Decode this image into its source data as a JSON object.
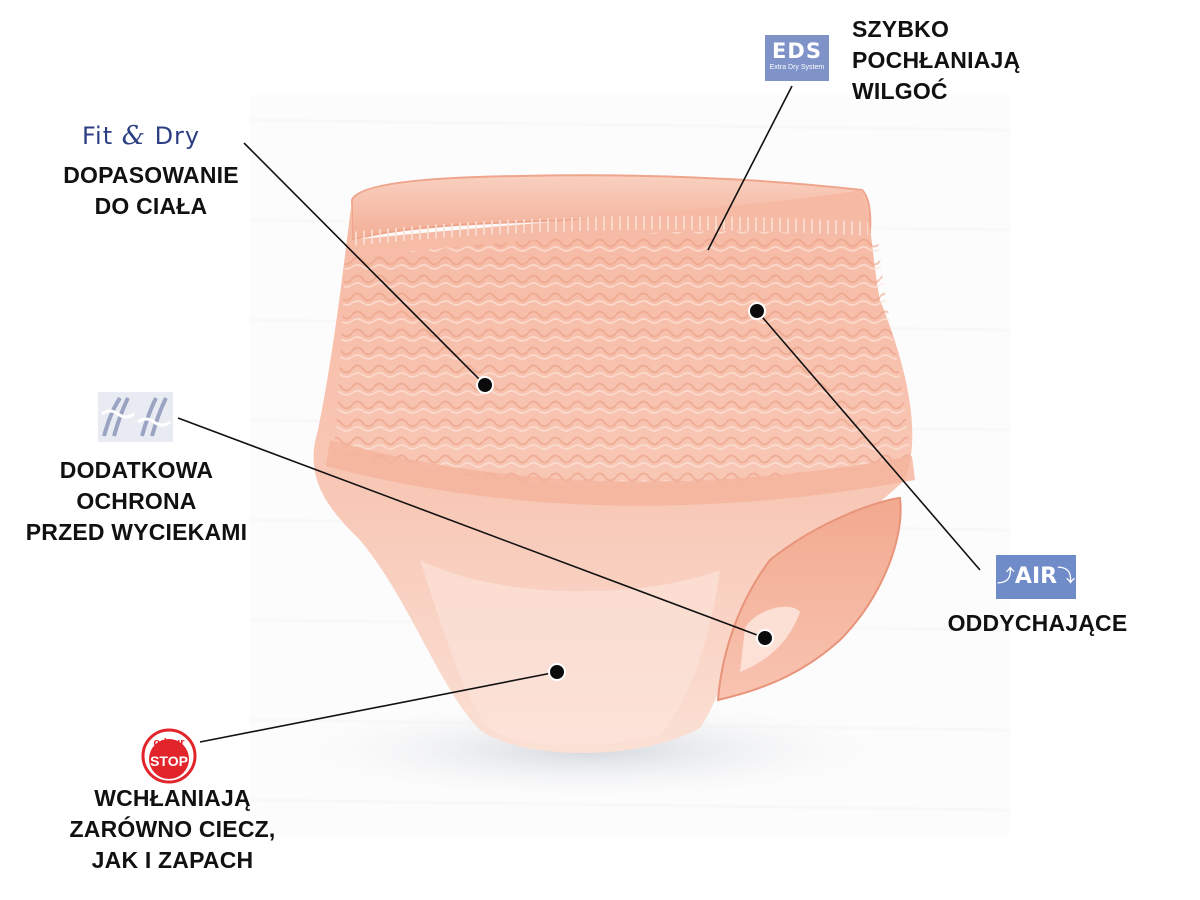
{
  "features": {
    "fit_dry": {
      "brand_fit": "Fit",
      "brand_amp": "&",
      "brand_dry": "Dry",
      "label": "DOPASOWANIE\nDO CIAŁA"
    },
    "eds": {
      "logo_text": "EDS",
      "logo_subtext": "Extra Dry System",
      "label": "SZYBKO\nPOCHŁANIAJĄ\nWILGOĆ"
    },
    "leak": {
      "icon": "leak-guard-icon",
      "label": "DODATKOWA\nOCHRONA\nPRZED WYCIEKAMI"
    },
    "air": {
      "logo_text": "AIR",
      "label": "ODDYCHAJĄCE"
    },
    "odour": {
      "badge_top": "odour",
      "badge_bottom": "STOP",
      "label": "WCHŁANIAJĄ\nZARÓWNO CIECZ,\nJAK I ZAPACH"
    }
  },
  "colors": {
    "product": "#f7c2ae",
    "product_dark": "#e9a48c",
    "brand_blue": "#2c3f82",
    "eds_blue": "#7f93c9",
    "air_blue": "#6f8cc9",
    "odour_red": "#e2242b",
    "text": "#111111"
  }
}
